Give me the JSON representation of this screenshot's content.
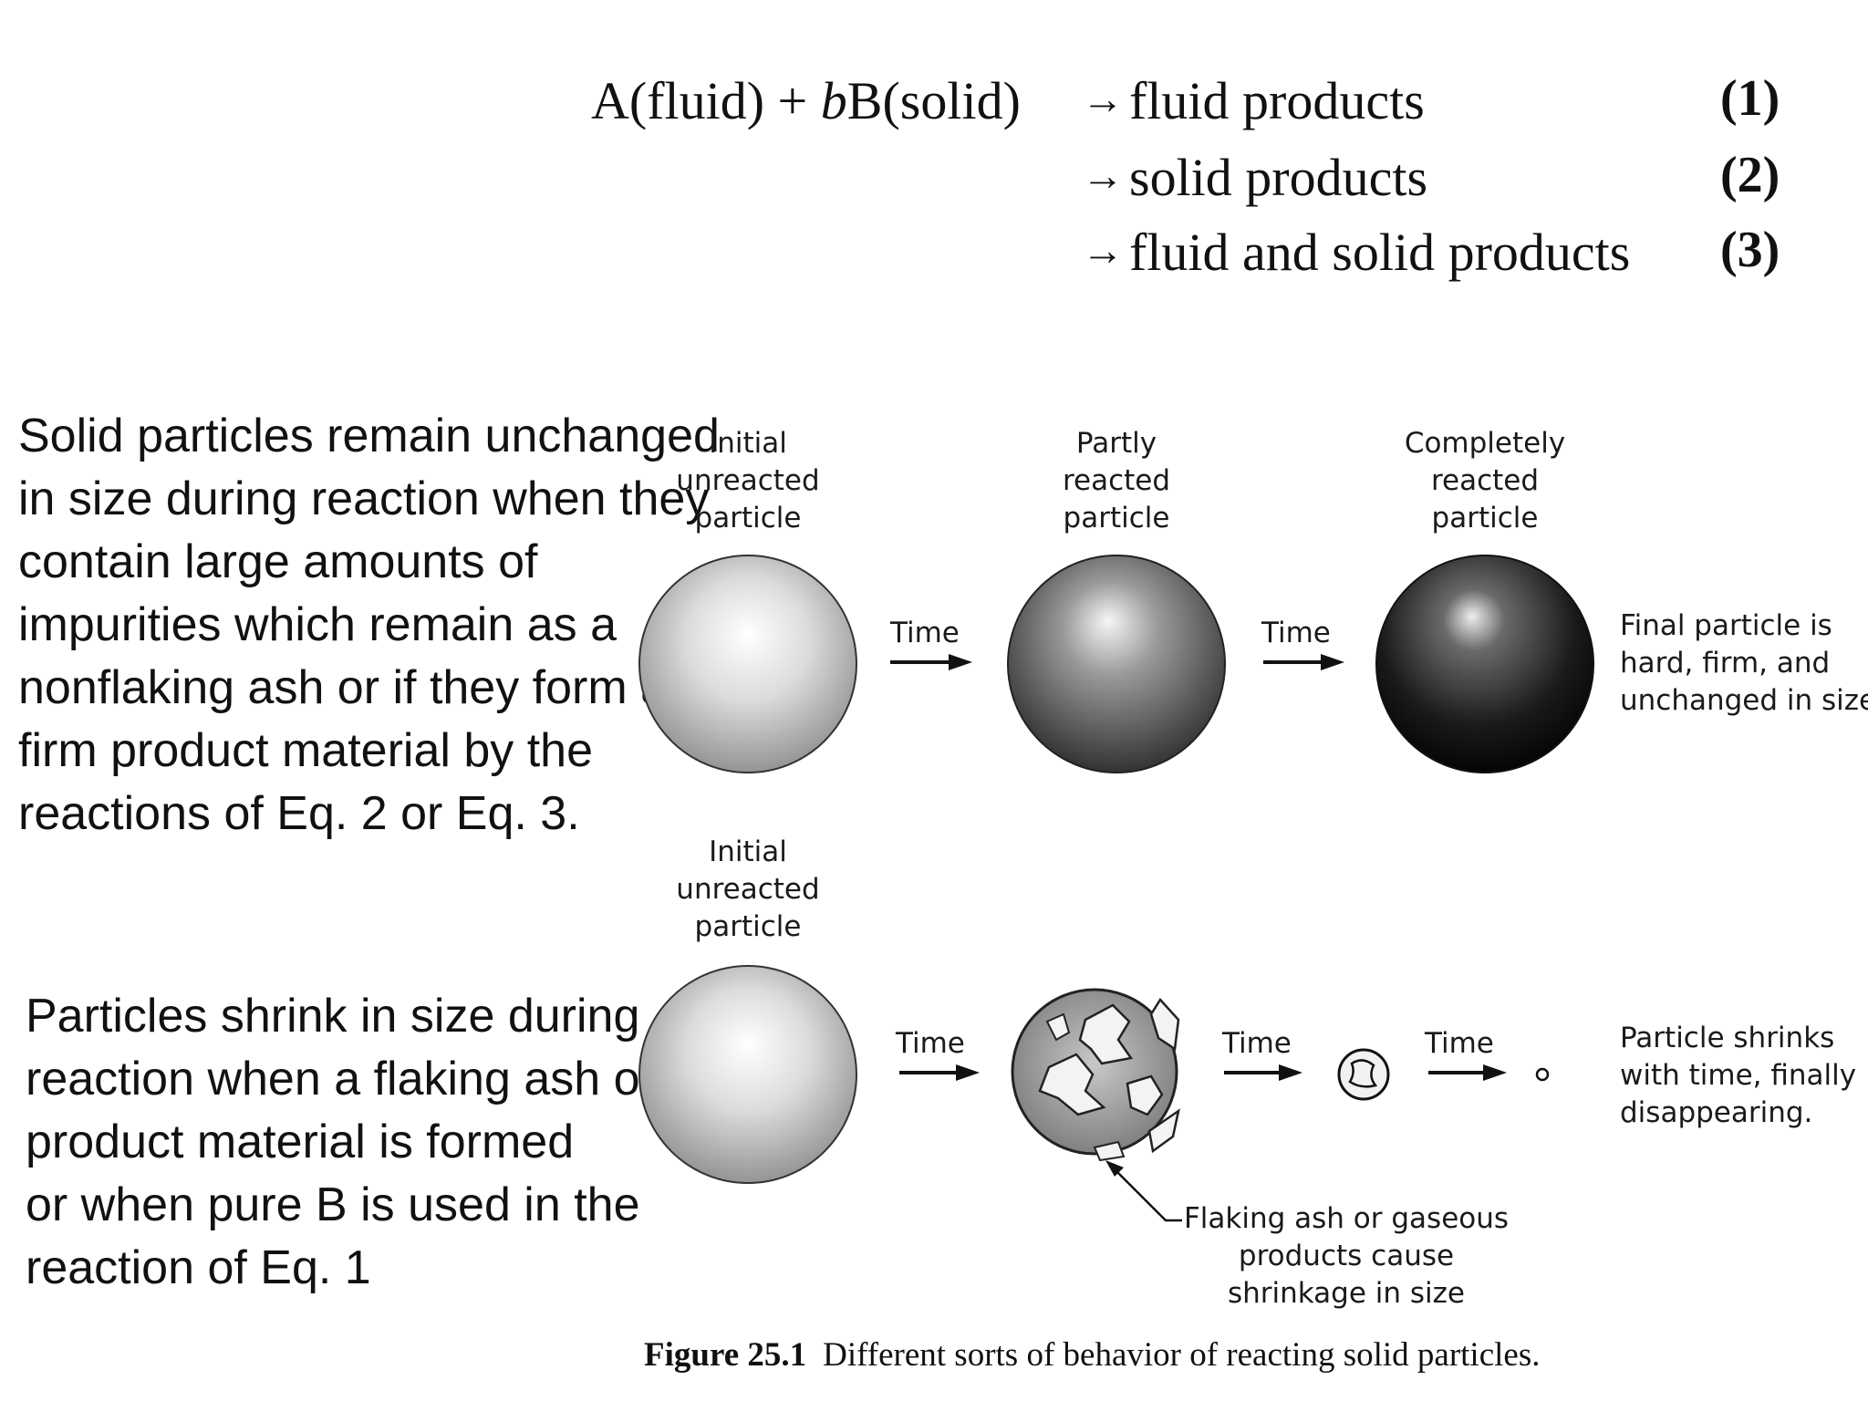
{
  "equations": {
    "lhs": "A(fluid) + bB(solid)",
    "arrow": "→",
    "lines": [
      {
        "products": "fluid products",
        "number": "(1)"
      },
      {
        "products": "solid products",
        "number": "(2)"
      },
      {
        "products": "fluid and solid products",
        "number": "(3)"
      }
    ]
  },
  "descriptions": {
    "unchanged": [
      "Solid particles remain unchanged",
      "in size during reaction when they",
      "contain large amounts of",
      "impurities which remain as a",
      "nonflaking ash or if they form a",
      "firm product material by the",
      "reactions of Eq. 2 or Eq. 3."
    ],
    "shrinking": [
      "Particles shrink in size during",
      "reaction when a flaking ash or",
      "product material is formed",
      "or when pure B is used in the",
      "reaction of Eq. 1"
    ]
  },
  "figure": {
    "row1": {
      "stages": [
        {
          "label": [
            "Initial",
            "unreacted",
            "particle"
          ]
        },
        {
          "label": [
            "Partly",
            "reacted",
            "particle"
          ]
        },
        {
          "label": [
            "Completely",
            "reacted",
            "particle"
          ]
        }
      ],
      "time_labels": [
        "Time",
        "Time"
      ],
      "note": [
        "Final particle is",
        "hard, firm, and",
        "unchanged in size"
      ]
    },
    "row2": {
      "initial_label": [
        "Initial",
        "unreacted",
        "particle"
      ],
      "time_labels": [
        "Time",
        "Time",
        "Time"
      ],
      "note": [
        "Particle shrinks",
        "with time, finally",
        "disappearing."
      ],
      "callout": [
        "Flaking ash or gaseous",
        "products cause",
        "shrinkage in size"
      ]
    },
    "caption": {
      "number": "Figure 25.1",
      "text": "Different sorts of behavior of reacting solid particles."
    }
  }
}
